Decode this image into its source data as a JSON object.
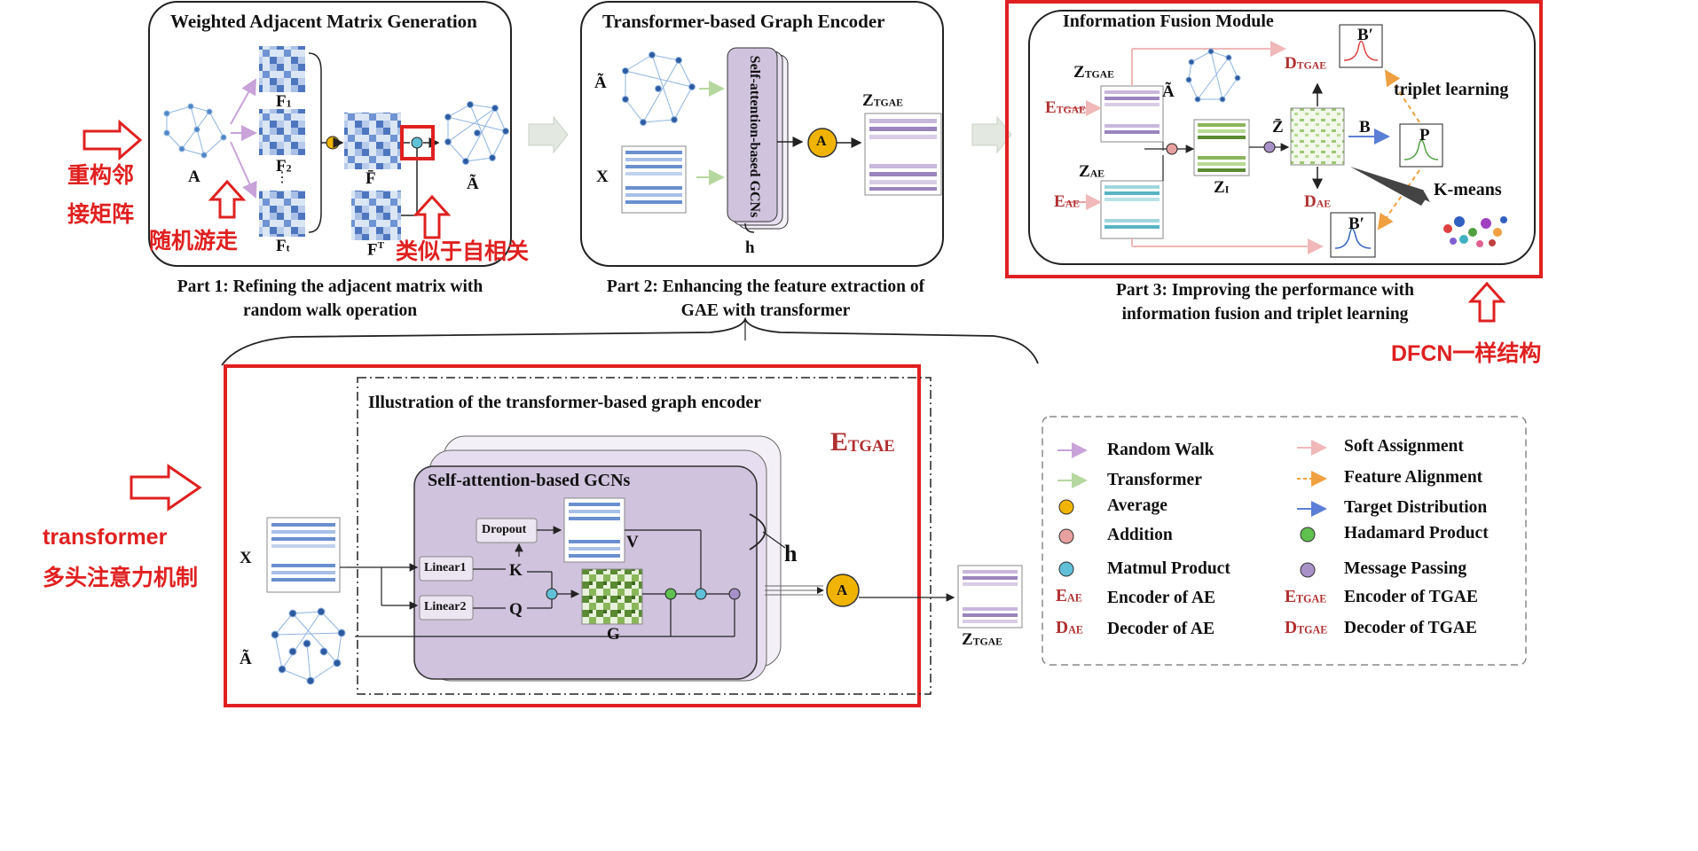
{
  "part1": {
    "title": "Weighted Adjacent Matrix Generation",
    "caption": "Part 1: Refining the adjacent matrix with random walk operation",
    "labels": {
      "A": "A",
      "F1": "F",
      "F1_sub": "1",
      "F2": "F",
      "F2_sub": "2",
      "Ft": "F",
      "Ft_sub": "t",
      "Fbar": "F̄",
      "FT": "F",
      "FT_sup": "T",
      "Atilde": "Ã"
    }
  },
  "part2": {
    "title": "Transformer-based Graph Encoder",
    "caption": "Part 2: Enhancing the feature extraction of GAE with transformer",
    "labels": {
      "Atilde": "Ã",
      "X": "X",
      "gcn": "Self-attention-based GCNs",
      "h": "h",
      "Z": "Z",
      "Z_sub": "TGAE",
      "A": "A"
    }
  },
  "part3": {
    "title": "Information Fusion Module",
    "caption": "Part 3: Improving the performance with information fusion and triplet learning",
    "labels": {
      "Ztgae": "Z",
      "Ztgae_sub": "TGAE",
      "Etgae": "E",
      "Etgae_sub": "TGAE",
      "Atilde": "Ã",
      "Zae": "Z",
      "Zae_sub": "AE",
      "Eae": "E",
      "Eae_sub": "AE",
      "Zl": "Z",
      "Zl_sub": "I",
      "Zbar": "Z̄",
      "Dtgae": "D",
      "Dtgae_sub": "TGAE",
      "Dae": "D",
      "Dae_sub": "AE",
      "Bp1": "B′",
      "Bp2": "B′",
      "P": "P",
      "B": "B",
      "triplet": "triplet learning",
      "kmeans": "K-means"
    }
  },
  "encoder": {
    "title": "Illustration of the transformer-based graph encoder",
    "etgae": "E",
    "etgae_sub": "TGAE",
    "gcn": "Self-attention-based GCNs",
    "X": "X",
    "Atilde": "Ã",
    "dropout": "Dropout",
    "linear1": "Linear1",
    "linear2": "Linear2",
    "K": "K",
    "Q": "Q",
    "V": "V",
    "G": "G",
    "h": "h",
    "A": "A",
    "Z": "Z",
    "Z_sub": "TGAE"
  },
  "legend": {
    "left": [
      {
        "label": "Random Walk",
        "icon": "arrow",
        "color": "#c8a2d8"
      },
      {
        "label": "Transformer",
        "icon": "arrow",
        "color": "#b7d7a0"
      },
      {
        "label": "Average",
        "icon": "circle-A",
        "color": "#f0b400"
      },
      {
        "label": "Addition",
        "icon": "circle-plus",
        "color": "#e8a0a0"
      },
      {
        "label": "Matmul Product",
        "icon": "circle-x",
        "color": "#60c0d8"
      },
      {
        "label": "Encoder of AE",
        "icon": "text",
        "sym": "E",
        "sub": "AE"
      },
      {
        "label": "Decoder of AE",
        "icon": "text",
        "sym": "D",
        "sub": "AE"
      }
    ],
    "right": [
      {
        "label": "Soft Assignment",
        "icon": "arrow",
        "color": "#f0b8b8"
      },
      {
        "label": "Feature Alignment",
        "icon": "dashed-arrow",
        "color": "#f0a040"
      },
      {
        "label": "Target Distribution",
        "icon": "arrow",
        "color": "#5b7fd6"
      },
      {
        "label": "Hadamard Product",
        "icon": "circle-dot",
        "color": "#60c050"
      },
      {
        "label": "Message Passing",
        "icon": "circle-G",
        "color": "#a890c8"
      },
      {
        "label": "Encoder of TGAE",
        "icon": "text",
        "sym": "E",
        "sub": "TGAE"
      },
      {
        "label": "Decoder of TGAE",
        "icon": "text",
        "sym": "D",
        "sub": "TGAE"
      }
    ]
  },
  "annotations": {
    "adj_line1": "重构邻",
    "adj_line2": "接矩阵",
    "random_walk": "随机游走",
    "autocorr": "类似于自相关",
    "dfcn": "DFCN一样结构",
    "transformer": "transformer",
    "multihead": "多头注意力机制"
  },
  "colors": {
    "annotation_red": "#e02020",
    "label_red": "#b03030",
    "purple": "#cfc3dd",
    "blue_matrix": "#6a8fd0",
    "green_matrix": "#8ab65a"
  }
}
